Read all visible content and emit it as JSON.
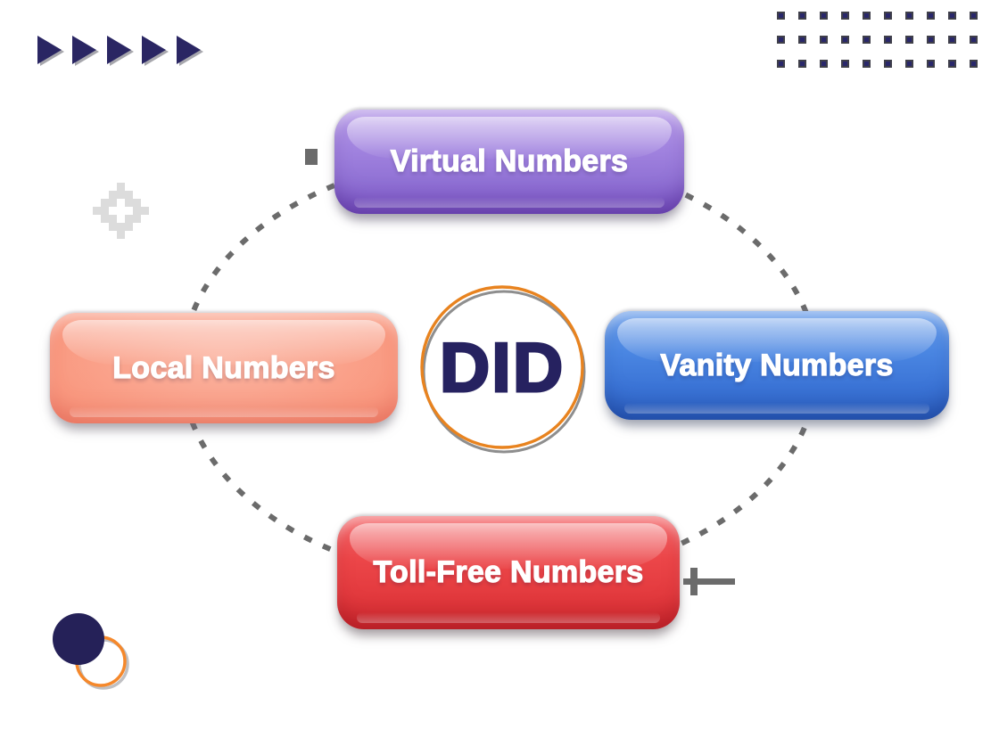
{
  "background_color": "#ffffff",
  "diagram": {
    "center": {
      "label": "DID",
      "ring_color": "#E8831F",
      "shadow_ring_color": "#8E8E8E",
      "text_color": "#262260"
    },
    "nodes": [
      {
        "label": "Virtual Numbers",
        "color": "#9678D9",
        "position": "top"
      },
      {
        "label": "Local Numbers",
        "color": "#F3826E",
        "position": "left"
      },
      {
        "label": "Vanity Numbers",
        "color": "#3D7CDE",
        "position": "right"
      },
      {
        "label": "Toll-Free Numbers",
        "color": "#E73C3F",
        "position": "bottom"
      }
    ],
    "connector": {
      "style": "dashed-ellipse",
      "color": "#6B6B6B"
    }
  },
  "decor": {
    "play_triangles": {
      "icon": "play-triangle-icon",
      "count": 5,
      "color": "#2A2663"
    },
    "dots_grid": {
      "icon": "square-dot-icon",
      "rows": 3,
      "cols": 10,
      "color": "#29276B"
    },
    "pixel_diamond": {
      "icon": "pixel-diamond-icon",
      "color": "#DCDCDC"
    },
    "corner_circles": {
      "icon": "circle-icon",
      "fill_color": "#252158",
      "ring_color": "#F5882B"
    }
  }
}
